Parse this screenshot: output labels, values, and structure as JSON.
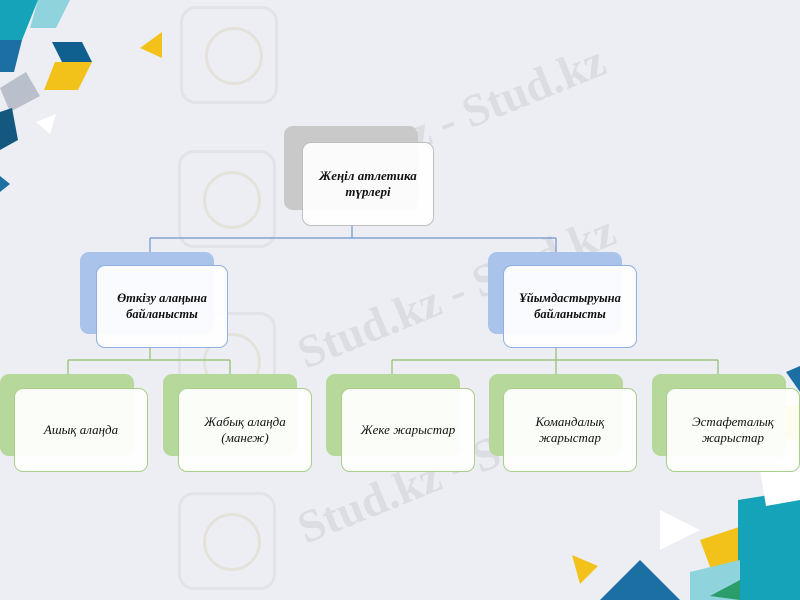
{
  "diagram": {
    "root": {
      "label": "Жеңіл атлетика түрлері"
    },
    "categories": [
      {
        "label": "Өткізу алаңына байланысты",
        "children": [
          {
            "label": "Ашық алаңда"
          },
          {
            "label": "Жабық алаңда (манеж)"
          }
        ]
      },
      {
        "label": "Ұйымдастыруына байланысты",
        "children": [
          {
            "label": "Жеке жарыстар"
          },
          {
            "label": "Командалық жарыстар"
          },
          {
            "label": "Эстафеталық жарыстар"
          }
        ]
      }
    ]
  },
  "watermark": {
    "text": "Stud.kz - Stud.kz"
  },
  "colors": {
    "root_accent": "#c9c9c9",
    "category_accent": "#a9c3ea",
    "leaf_accent": "#b6d89b",
    "connector_blue": "#6f95cc",
    "connector_green": "#8fbf6a"
  }
}
